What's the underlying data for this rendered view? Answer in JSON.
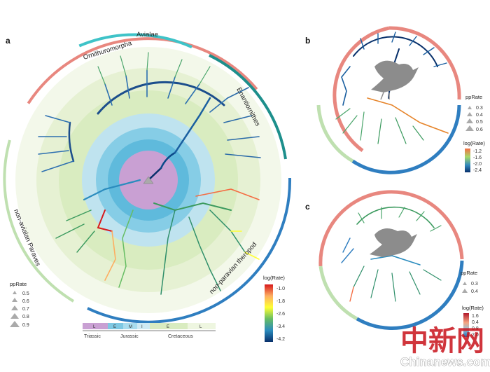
{
  "panels": {
    "a": {
      "letter": "a",
      "clades": [
        "Avialae",
        "Ornithuromorpha",
        "Enantiornithes",
        "non-paravian theropod",
        "non-avialan Paraves"
      ],
      "legend_pp": {
        "title": "ppRate",
        "values": [
          "0.5",
          "0.6",
          "0.7",
          "0.8",
          "0.9"
        ]
      },
      "legend_rate": {
        "title": "log(Rate)",
        "values": [
          "-1.0",
          "-1.8",
          "-2.6",
          "-3.4",
          "-4.2"
        ]
      },
      "timescale": {
        "periods": [
          "Triassic",
          "Jurassic",
          "Cretaceous"
        ],
        "epochs": [
          "L",
          "E",
          "M",
          "I",
          "E",
          "L"
        ]
      }
    },
    "b": {
      "letter": "b",
      "legend_pp": {
        "title": "ppRate",
        "values": [
          "0.3",
          "0.4",
          "0.5",
          "0.6"
        ]
      },
      "legend_rate": {
        "title": "log(Rate)",
        "values": [
          "-1.2",
          "-1.6",
          "-2.0",
          "-2.4"
        ]
      }
    },
    "c": {
      "letter": "c",
      "legend_pp": {
        "title": "ppRate",
        "values": [
          "0.3",
          "0.4"
        ]
      },
      "legend_rate": {
        "title": "log(Rate)",
        "values": [
          "1.6",
          "0.4",
          "0.8",
          "2.0"
        ]
      }
    }
  },
  "colors": {
    "avialae": "#e8877f",
    "ornithuro": "#3fc3c8",
    "enantio": "#1d8f8c",
    "theropod": "#2f7ec0",
    "paraves": "#bfe0b0",
    "triassic": "#c79fd1",
    "jurassic_e": "#7ec8e3",
    "cretaceous": "#cfe6a6"
  },
  "watermark": {
    "chinese": "中新网",
    "site": "Chinanews.com"
  }
}
